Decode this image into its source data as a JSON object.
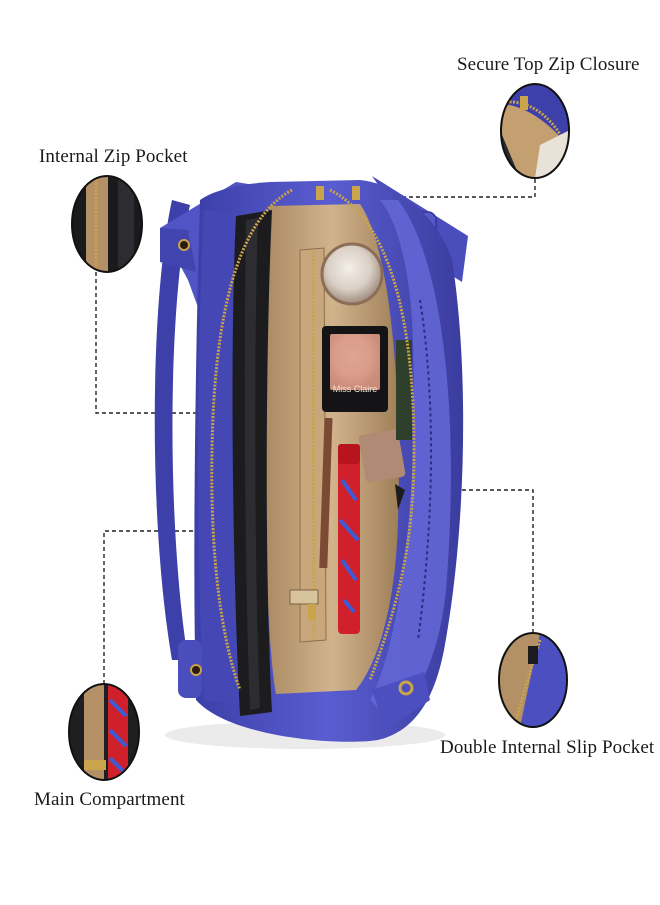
{
  "callouts": {
    "secure_top_zip": "Secure Top Zip Closure",
    "internal_zip_pocket": "Internal Zip Pocket",
    "double_slip_pocket": "Double Internal Slip Pocket",
    "main_compartment": "Main Compartment"
  },
  "product": {
    "compact_brand": "Miss Claire"
  },
  "colors": {
    "bag_blue": "#4c4fc0",
    "bag_blue_dark": "#2f2f8a",
    "lining_tan": "#c8a77d",
    "zipper_gold": "#c9a44a",
    "mascara_red": "#d0202c"
  }
}
